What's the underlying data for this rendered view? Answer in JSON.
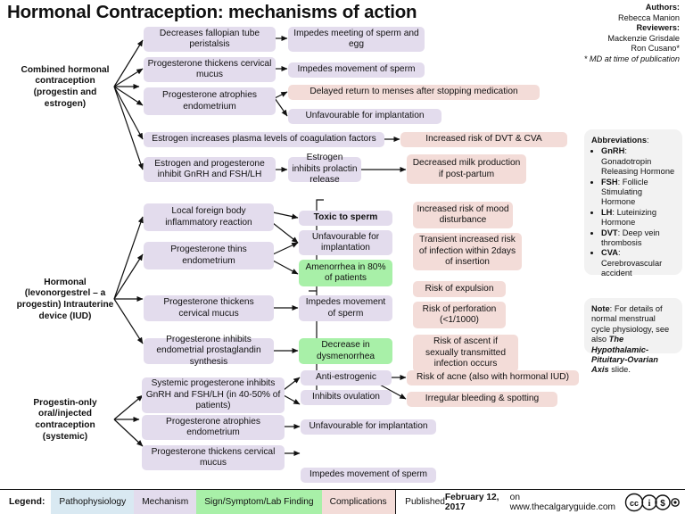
{
  "title": "Hormonal Contraception: mechanisms of action",
  "credits": {
    "authors_label": "Authors:",
    "authors": "Rebecca Manion",
    "reviewers_label": "Reviewers:",
    "reviewer1": "Mackenzie Grisdale",
    "reviewer2": "Ron Cusano*",
    "footnote": "* MD at time of publication"
  },
  "categories": {
    "combined": "Combined hormonal contraception (progestin and estrogen)",
    "iud": "Hormonal (levonorgestrel – a progestin) Intrauterine device (IUD)",
    "progestin_only": "Progestin-only oral/injected contraception (systemic)"
  },
  "nodes": {
    "c1": "Decreases fallopian tube peristalsis",
    "c1b": "Impedes meeting of sperm and egg",
    "c2": "Progesterone thickens cervical mucus",
    "c2b": "Impedes movement of sperm",
    "c3": "Progesterone atrophies endometrium",
    "c3a": "Delayed return to menses after stopping medication",
    "c3b": "Unfavourable for implantation",
    "c4": "Estrogen increases plasma levels of coagulation factors",
    "c4b": "Increased risk of DVT & CVA",
    "c5": "Estrogen and progesterone inhibit GnRH and FSH/LH",
    "c5b": "Estrogen inhibits prolactin release",
    "c5c": "Decreased milk production if post-partum",
    "i1": "Local foreign body inflammatory reaction",
    "i1b": "Toxic to sperm",
    "i2": "Progesterone thins endometrium",
    "i2b": "Unfavourable for implantation",
    "i2c": "Amenorrhea in 80% of patients",
    "i3": "Progesterone thickens cervical mucus",
    "i3b": "Impedes movement of sperm",
    "i4": "Progesterone inhibits endometrial prostaglandin synthesis",
    "i4b": "Decrease in dysmenorrhea",
    "r1": "Increased risk of mood disturbance",
    "r2": "Transient increased risk of infection within 2days of insertion",
    "r3": "Risk of expulsion",
    "r4": "Risk of perforation (<1/1000)",
    "r5": "Risk of ascent if sexually transmitted infection occurs",
    "p1": "Systemic progesterone inhibits GnRH and FSH/LH (in 40-50% of patients)",
    "p1a": "Anti-estrogenic",
    "p1b": "Inhibits ovulation",
    "p1a1": "Risk of acne (also with hormonal IUD)",
    "p1a2": "Irregular bleeding & spotting",
    "p2": "Progesterone atrophies endometrium",
    "p2b": "Unfavourable for implantation",
    "p3": "Progesterone thickens cervical mucus",
    "p3b": "Impedes movement of sperm"
  },
  "abbreviations": {
    "heading": "Abbreviations",
    "items": [
      "GnRH: Gonadotropin Releasing Hormone",
      "FSH: Follicle Stimulating Hormone",
      "LH: Luteinizing Hormone",
      "DVT: Deep vein thrombosis",
      "CVA: Cerebrovascular accident"
    ],
    "terms": [
      "GnRH",
      "FSH",
      "LH",
      "DVT",
      "CVA"
    ],
    "defs": [
      ": Gonadotropin Releasing Hormone",
      ": Follicle Stimulating Hormone",
      ": Luteinizing Hormone",
      ": Deep vein thrombosis",
      ": Cerebrovascular accident"
    ]
  },
  "note": {
    "label": "Note",
    "text_before": ": For details of normal menstrual cycle physiology, see also ",
    "slide_name": "The Hypothalamic-Pituitary-Ovarian Axis",
    "text_after": " slide."
  },
  "footer": {
    "legend_label": "Legend:",
    "chips": [
      "Pathophysiology",
      "Mechanism",
      "Sign/Symptom/Lab Finding",
      "Complications"
    ],
    "published_prefix": "Published ",
    "published_date": "February 12, 2017",
    "published_suffix": " on www.thecalgaryguide.com",
    "license": "cc-by-nc-sa-badge"
  },
  "colors": {
    "mechanism": "#e3dced",
    "complication": "#f3dcd8",
    "sign": "#a8f0a8",
    "pathophysiology": "#d9e9f2",
    "infobox": "#f2f2f2"
  }
}
